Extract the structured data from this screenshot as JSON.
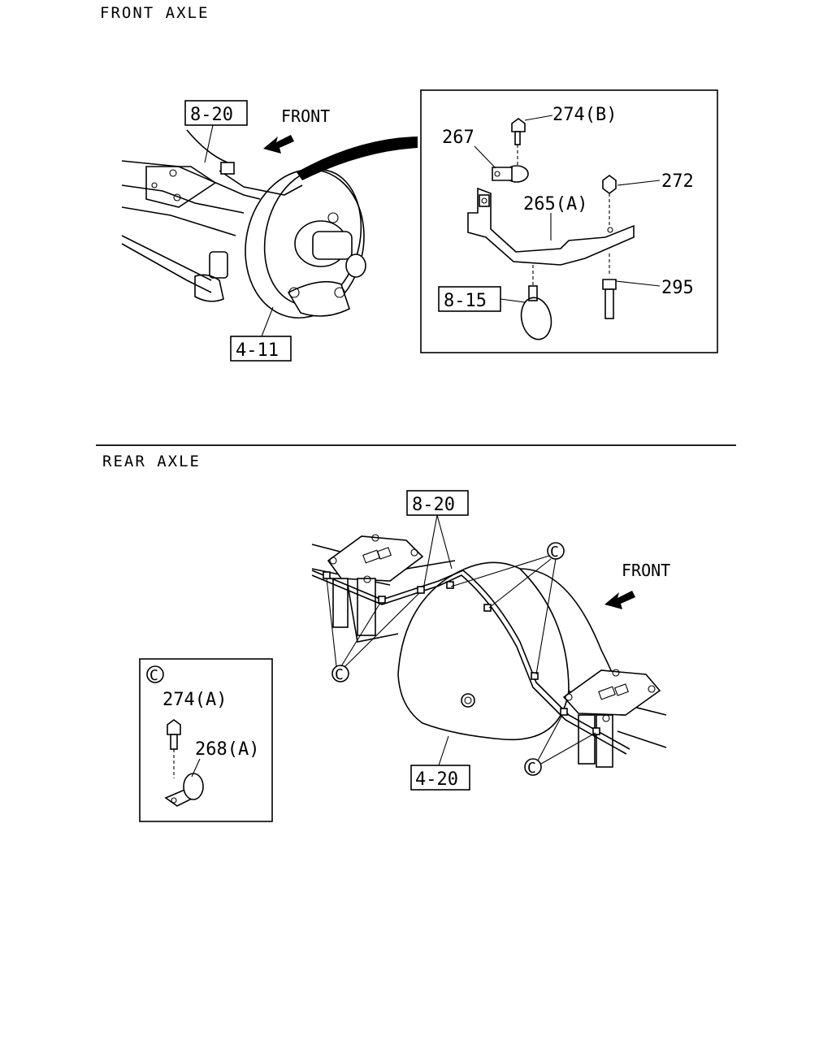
{
  "sections": {
    "front_title": "FRONT AXLE",
    "rear_title": "REAR AXLE"
  },
  "front_axle": {
    "direction_label": "FRONT",
    "ref_boxes": {
      "ref_a": "8-20",
      "ref_b": "4-11",
      "ref_c": "8-15"
    },
    "detail_labels": {
      "bolt": "274(B)",
      "clip": "267",
      "bracket": "265(A)",
      "nut": "272",
      "stud": "295"
    }
  },
  "rear_axle": {
    "direction_label": "FRONT",
    "ref_boxes": {
      "ref_a": "8-20",
      "ref_b": "4-20"
    },
    "clip_marker": "C",
    "inset": {
      "marker": "C",
      "bolt": "274(A)",
      "clip": "268(A)"
    }
  }
}
